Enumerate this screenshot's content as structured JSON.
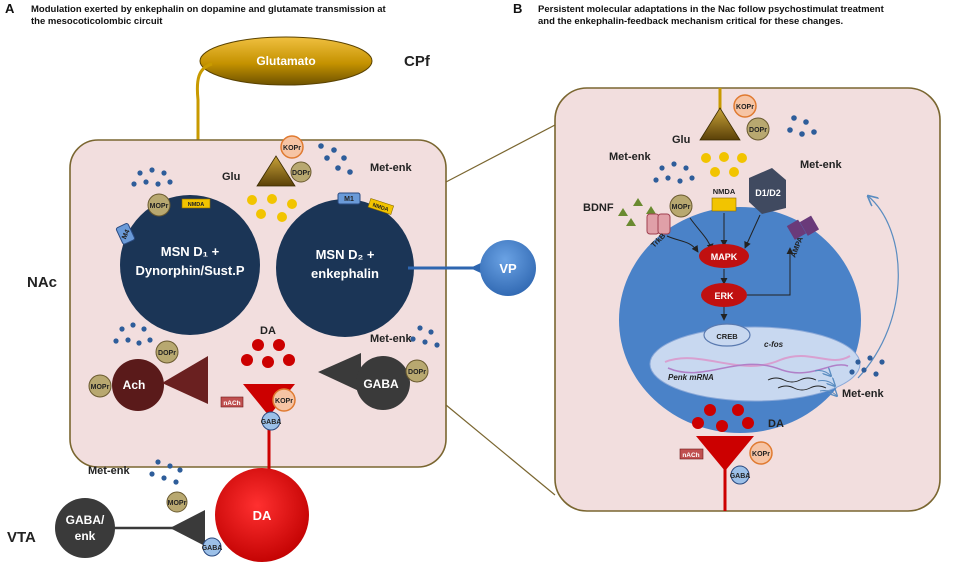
{
  "panel_a": {
    "letter": "A",
    "title_line1": "Modulation exerted by enkephalin on dopamine and glutamate transmission at",
    "title_line2": "the mesocoticolombic circuit",
    "glutamato": "Glutamato",
    "cpf": "CPf",
    "nac": "NAc",
    "vta": "VTA",
    "vp": "VP",
    "glu": "Glu",
    "met_enk": "Met-enk",
    "kopr": "KOPr",
    "dopr": "DOPr",
    "mopr": "MOPr",
    "nmda": "NMDA",
    "m4": "M4",
    "m1": "M1",
    "msn_d1_line1": "MSN D₁ +",
    "msn_d1_line2": "Dynorphin/Sust.P",
    "msn_d2_line1": "MSN D₂ +",
    "msn_d2_line2": "enkephalin",
    "da": "DA",
    "ach": "Ach",
    "gaba": "GABA",
    "nach": "nACh",
    "gaba_enk_line1": "GABA/",
    "gaba_enk_line2": "enk"
  },
  "panel_b": {
    "letter": "B",
    "title_line1": "Persistent molecular adaptations in the Nac follow psychostimulat treatment",
    "title_line2": "and the enkephalin-feedback mechanism critical for these changes.",
    "glu": "Glu",
    "kopr": "KOPr",
    "dopr": "DOPr",
    "met_enk": "Met-enk",
    "bdnf": "BDNF",
    "trkb": "TrkB",
    "mopr": "MOPr",
    "nmda": "NMDA",
    "d1d2": "D1/D2",
    "ampa": "AMPA",
    "mapk": "MAPK",
    "erk": "ERK",
    "creb": "CREB",
    "cfos": "c-fos",
    "penk": "Penk mRNA",
    "da": "DA",
    "nach": "nACh",
    "gaba": "GABA"
  },
  "colors": {
    "box_fill": "#f2dede",
    "box_stroke": "#7a6630",
    "navy": "#1b3556",
    "gold": "#d8a400",
    "gold_dark": "#7a5c00",
    "red": "#cc0000",
    "blue_dot": "#2e5d9a",
    "olive": "#8c8050",
    "cell_blue": "#4a82c8",
    "dark_red": "#5a1a1a",
    "dark_gray": "#3a3a3a"
  }
}
